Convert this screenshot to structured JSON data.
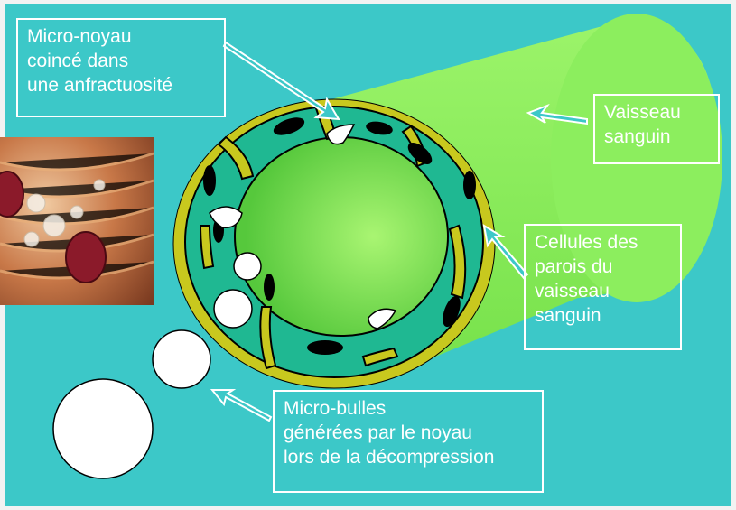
{
  "colors": {
    "background": "#3cc8c8",
    "tube_body": "#8ef060",
    "tube_inner": "#6fdc48",
    "vessel_wall": "#c8c81e",
    "cells": "#1fb892",
    "nucleus": "#000000",
    "labels": "#ffffff"
  },
  "labels": {
    "micro_nucleus": [
      "Micro-noyau",
      "coincé dans",
      "une anfractuosité"
    ],
    "blood_vessel": [
      "Vaisseau",
      "sanguin"
    ],
    "wall_cells": [
      "Cellules des",
      "parois du",
      "vaisseau",
      "sanguin"
    ],
    "micro_bubbles": [
      "Micro-bulles",
      "générées par le noyau",
      "lors de la décompression"
    ]
  },
  "icons": {
    "inset_photo": "blood-vessel-bubbles-photo",
    "arrow": "outline-arrow-icon",
    "bubble": "micro-bubble-icon",
    "cell": "wall-cell-icon",
    "nucleus": "micro-nucleus-icon"
  }
}
